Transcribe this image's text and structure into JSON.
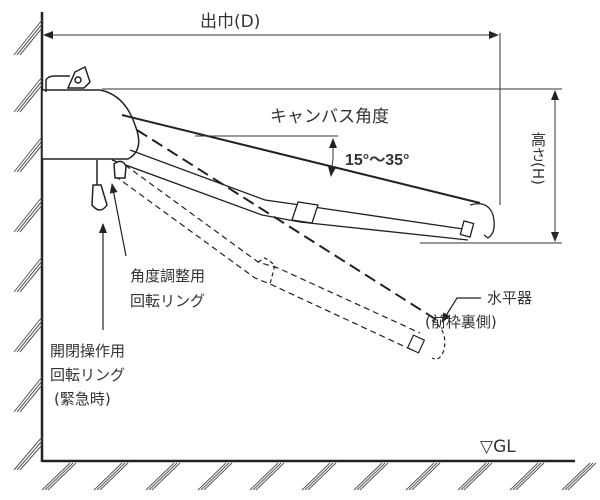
{
  "labels": {
    "projection": "出巾(D)",
    "height": "高さ(H)",
    "canvas_angle": "キャンバス角度",
    "angle_range": "15°〜35°",
    "angle_ring_line1": "角度調整用",
    "angle_ring_line2": "回転リング",
    "open_ring_line1": "開閉操作用",
    "open_ring_line2": "回転リング",
    "open_ring_line3": "(緊急時)",
    "level_line1": "水平器",
    "level_line2": "(前枠裏側)",
    "ground": "▽GL"
  },
  "colors": {
    "line": "#222222",
    "background": "#ffffff"
  }
}
